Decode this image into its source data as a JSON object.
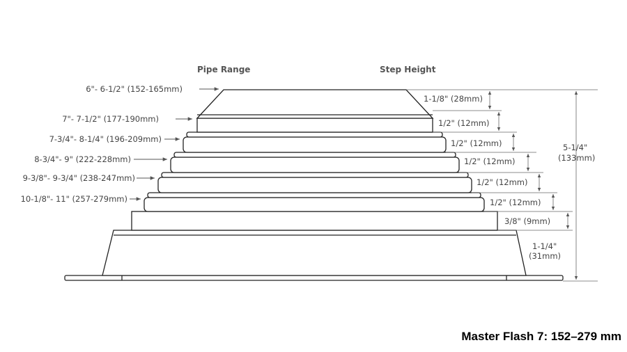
{
  "headers": {
    "pipe_range": "Pipe Range",
    "step_height": "Step Height"
  },
  "pipe_ranges": [
    "6\"- 6-1/2\" (152-165mm)",
    "7\"- 7-1/2\" (177-190mm)",
    "7-3/4\"- 8-1/4\" (196-209mm)",
    "8-3/4\"- 9\" (222-228mm)",
    "9-3/8\"- 9-3/4\" (238-247mm)",
    "10-1/8\"- 11\" (257-279mm)"
  ],
  "step_heights": [
    "1-1/8\" (28mm)",
    "1/2\" (12mm)",
    "1/2\" (12mm)",
    "1/2\" (12mm)",
    "1/2\" (12mm)",
    "1/2\" (12mm)",
    "3/8\" (9mm)",
    "1-1/4\"",
    "(31mm)"
  ],
  "total_height": {
    "line1": "5-1/4\"",
    "line2": "(133mm)"
  },
  "caption": "Master Flash 7: 152–279 mm"
}
